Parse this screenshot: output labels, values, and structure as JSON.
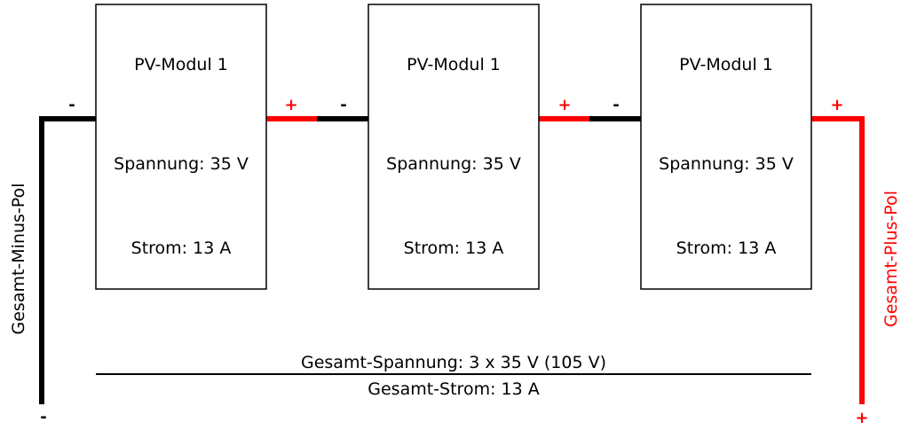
{
  "colors": {
    "negative": "#000000",
    "positive": "#ff0000"
  },
  "modules": [
    {
      "title": "PV-Modul 1",
      "voltage": "Spannung: 35 V",
      "current": "Strom: 13 A"
    },
    {
      "title": "PV-Modul 1",
      "voltage": "Spannung: 35 V",
      "current": "Strom: 13 A"
    },
    {
      "title": "PV-Modul 1",
      "voltage": "Spannung: 35 V",
      "current": "Strom: 13 A"
    }
  ],
  "terminals": {
    "minus": "-",
    "plus": "+"
  },
  "labels": {
    "total_minus_pole": "Gesamt-Minus-Pol",
    "total_plus_pole": "Gesamt-Plus-Pol",
    "total_voltage": "Gesamt-Spannung: 3 x 35 V (105 V)",
    "total_current": "Gesamt-Strom: 13 A"
  }
}
